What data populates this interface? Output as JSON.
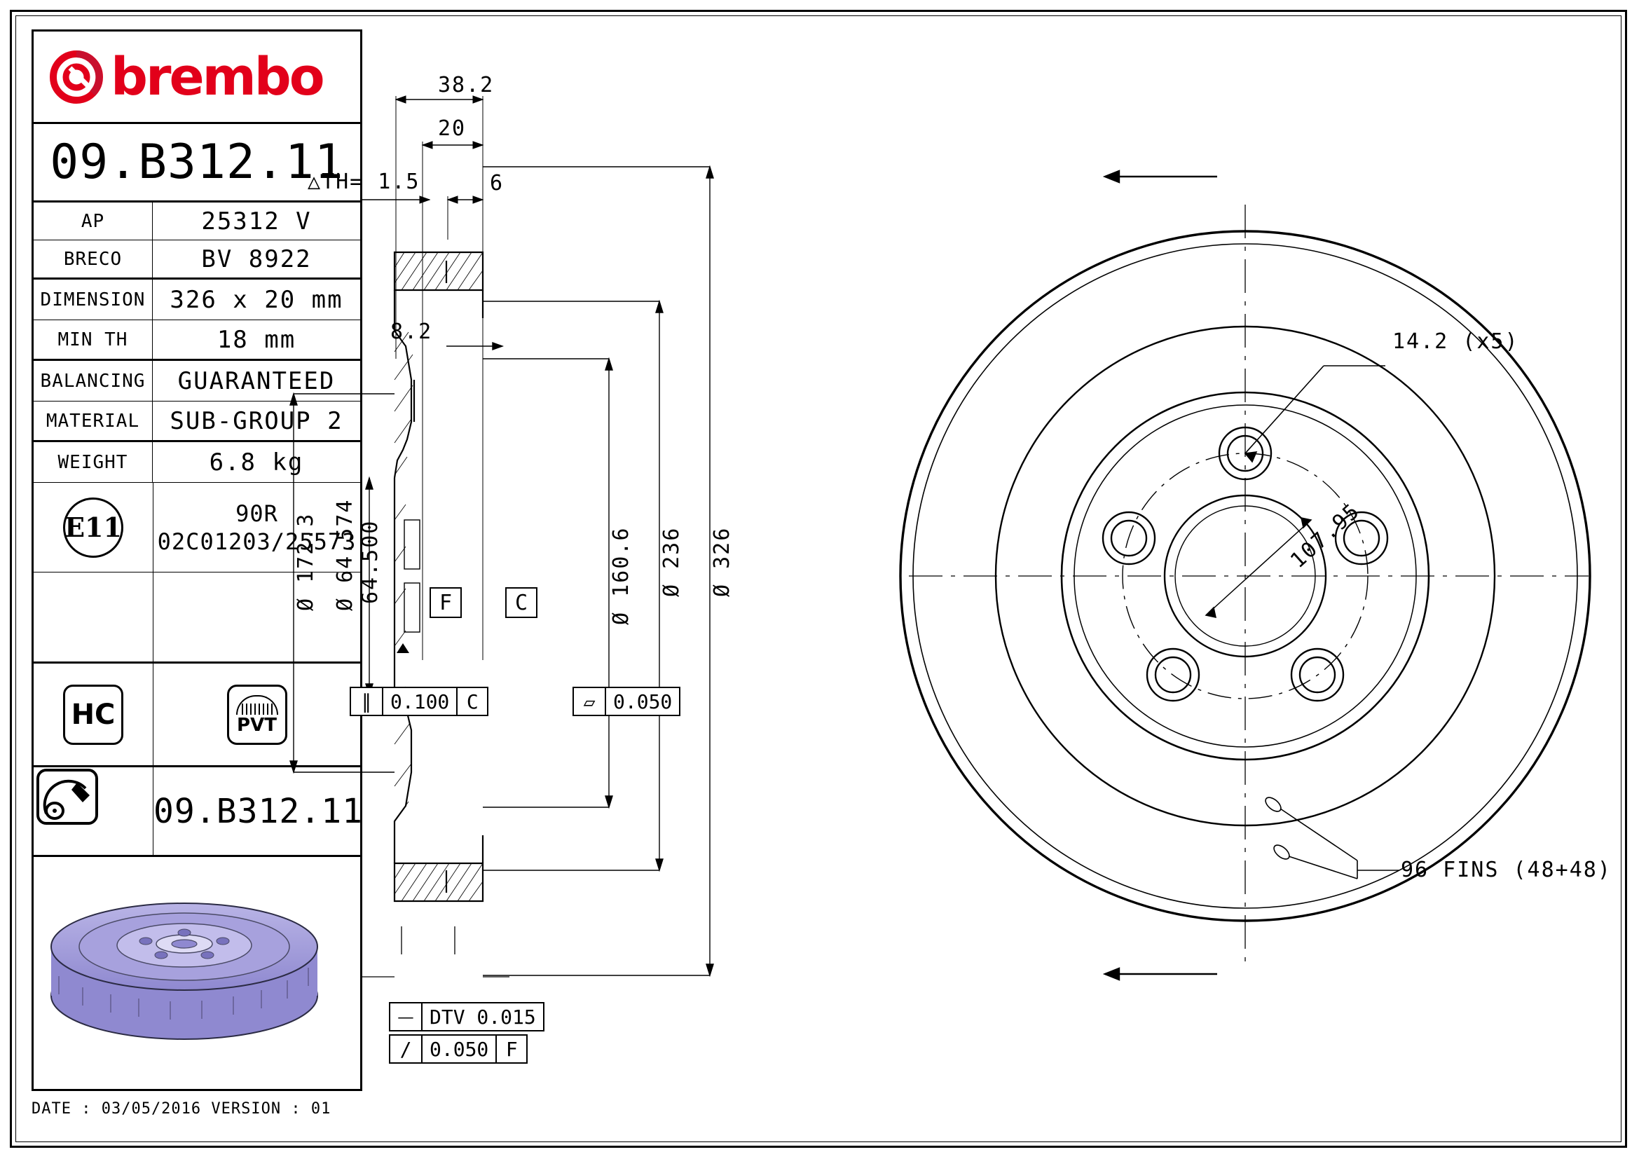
{
  "brand": {
    "name": "brembo",
    "color": "#E2001A",
    "logo_icon": "brembo-ring-logo"
  },
  "part": {
    "code": "09.B312.11",
    "code_repeat": "09.B312.11"
  },
  "spec_table": {
    "rows": [
      {
        "label": "AP",
        "value": "25312 V"
      },
      {
        "label": "BRECO",
        "value": "BV 8922"
      },
      {
        "label": "DIMENSION",
        "value": "326 x 20 mm"
      },
      {
        "label": "MIN TH",
        "value": "18 mm"
      },
      {
        "label": "BALANCING",
        "value": "GUARANTEED"
      },
      {
        "label": "MATERIAL",
        "value": "SUB-GROUP 2"
      },
      {
        "label": "WEIGHT",
        "value": "6.8 kg"
      }
    ],
    "certification": {
      "badge": "E11",
      "line1": "90R",
      "line2": "02C01203/25573"
    },
    "badges": [
      {
        "name": "HC",
        "icon": "hc-badge-icon"
      },
      {
        "name": "PVT",
        "icon": "pvt-badge-icon"
      }
    ],
    "disc_icon": "brake-disc-icon"
  },
  "footer": {
    "date_text": "DATE : 03/05/2016 VERSION : 01"
  },
  "drawing": {
    "section_dimensions": [
      {
        "name": "overall-width",
        "text": "38.2"
      },
      {
        "name": "disc-thickness",
        "text": "20"
      },
      {
        "name": "thickness-variation",
        "text": "△TH= 1.5"
      },
      {
        "name": "hat-step",
        "text": "6"
      },
      {
        "name": "hat-offset",
        "text": "8.2"
      },
      {
        "name": "outer-flange-dia",
        "text": "Ø 172.3"
      },
      {
        "name": "center-bore-max",
        "text": "Ø 64.574"
      },
      {
        "name": "center-bore-min",
        "text": "64.500"
      },
      {
        "name": "inner-vent-dia",
        "text": "Ø 160.6"
      },
      {
        "name": "friction-inner-dia",
        "text": "Ø 236"
      },
      {
        "name": "outer-diameter",
        "text": "Ø 326"
      }
    ],
    "datums": [
      {
        "name": "datum-f",
        "text": "F"
      },
      {
        "name": "datum-c",
        "text": "C"
      }
    ],
    "feature_control_frames": [
      {
        "name": "parallelism-frame",
        "symbol": "∥",
        "tolerance": "0.100",
        "datum": "C"
      },
      {
        "name": "flatness-frame",
        "symbol": "▱",
        "tolerance": "0.050",
        "datum": ""
      },
      {
        "name": "dtv-frame",
        "symbol": "⏤",
        "tolerance": "DTV 0.015",
        "datum": ""
      },
      {
        "name": "runout-frame",
        "symbol": "/",
        "tolerance": "0.050",
        "datum": "F"
      }
    ],
    "face_view_callouts": [
      {
        "name": "bolt-hole-dia",
        "text": "14.2 (x5)"
      },
      {
        "name": "bolt-circle-dia",
        "text": "107.95"
      },
      {
        "name": "fin-count",
        "text": "96 FINS (48+48)"
      }
    ]
  }
}
